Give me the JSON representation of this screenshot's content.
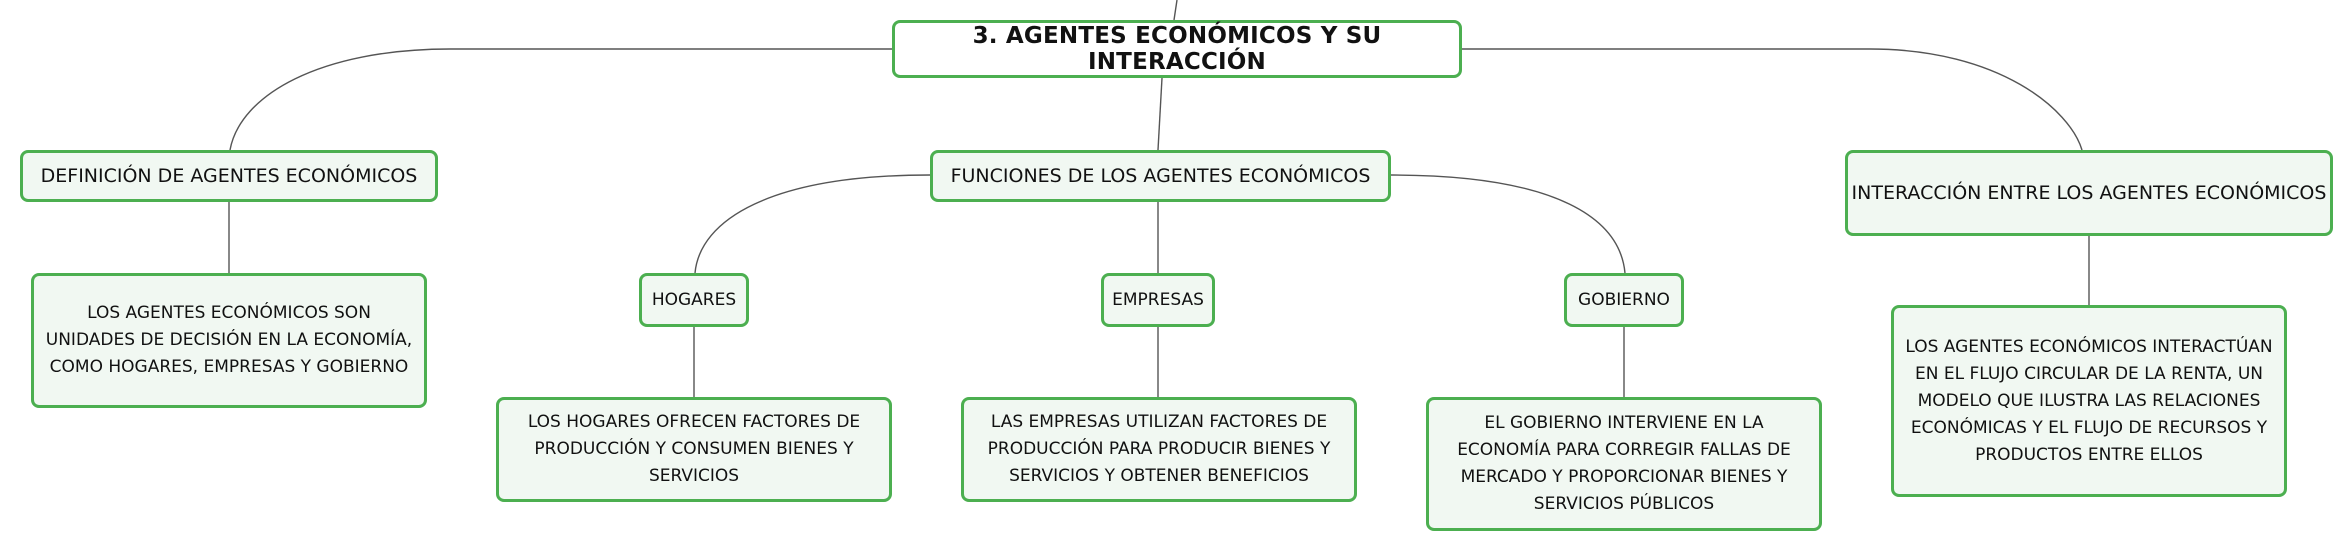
{
  "map": {
    "root": "3. AGENTES ECONÓMICOS Y SU INTERACCIÓN",
    "definition": {
      "title": "DEFINICIÓN DE AGENTES ECONÓMICOS",
      "text": "LOS AGENTES ECONÓMICOS SON UNIDADES DE DECISIÓN EN LA ECONOMÍA, COMO HOGARES, EMPRESAS Y GOBIERNO"
    },
    "functions": {
      "title": "FUNCIONES DE LOS AGENTES ECONÓMICOS",
      "agents": [
        {
          "name": "HOGARES",
          "text": "LOS HOGARES OFRECEN FACTORES DE PRODUCCIÓN Y CONSUMEN BIENES Y SERVICIOS"
        },
        {
          "name": "EMPRESAS",
          "text": "LAS EMPRESAS UTILIZAN FACTORES DE PRODUCCIÓN PARA PRODUCIR BIENES Y SERVICIOS Y OBTENER BENEFICIOS"
        },
        {
          "name": "GOBIERNO",
          "text": "EL GOBIERNO INTERVIENE EN LA ECONOMÍA PARA CORREGIR FALLAS DE MERCADO Y PROPORCIONAR BIENES Y SERVICIOS PÚBLICOS"
        }
      ]
    },
    "interaction": {
      "title": "INTERACCIÓN ENTRE LOS AGENTES ECONÓMICOS",
      "text": "LOS AGENTES ECONÓMICOS INTERACTÚAN EN EL FLUJO CIRCULAR DE LA RENTA, UN MODELO QUE ILUSTRA LAS RELACIONES ECONÓMICAS Y EL FLUJO DE RECURSOS Y PRODUCTOS ENTRE ELLOS"
    }
  },
  "colors": {
    "node_border": "#4caf50",
    "node_fill": "#f1f8f2",
    "root_fill": "#ffffff",
    "connector": "#555555"
  }
}
